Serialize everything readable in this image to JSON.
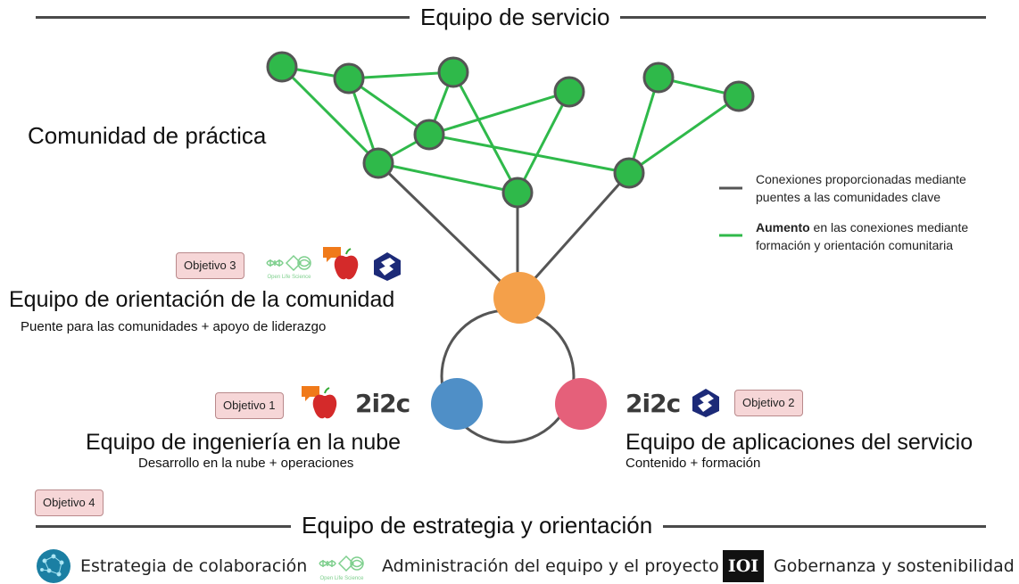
{
  "header": {
    "title": "Equipo de servicio"
  },
  "community": {
    "label": "Comunidad de práctica"
  },
  "legend": {
    "gray_text": "Conexiones proporcionadas mediante puentes a las comunidades clave",
    "green_bold": "Aumento",
    "green_text": " en las conexiones mediante formación y orientación comunitaria"
  },
  "teams": {
    "orientation": {
      "badge": "Objetivo 3",
      "title": "Equipo de orientación de la comunidad",
      "subtitle": "Puente para las comunidades + apoyo de liderazgo"
    },
    "cloud": {
      "badge": "Objetivo 1",
      "title": "Equipo de ingeniería en la nube",
      "subtitle": "Desarrollo en la nube + operaciones"
    },
    "applications": {
      "badge": "Objetivo 2",
      "title": "Equipo de aplicaciones del servicio",
      "subtitle": "Contenido + formación"
    }
  },
  "logos": {
    "two_i_two_c": "2i2c",
    "ioi": "IOI"
  },
  "strategy": {
    "badge": "Objetivo 4",
    "title": "Equipo de estrategia y orientación",
    "items": [
      "Estrategia de colaboración",
      "Administración del equipo y el proyecto",
      "Gobernanza y sostenibilidad"
    ]
  },
  "colors": {
    "green": "#2fb94a",
    "gray": "#555555",
    "orange": "#f4a04a",
    "blue": "#4f8fc7",
    "pink": "#e5607a",
    "badge_bg": "#f6d6d7",
    "apple_red": "#d42a2a",
    "speech_orange": "#f07a1a",
    "navy": "#1c2a78",
    "teal": "#1b7fa3"
  },
  "icons": [
    "open-life-science-icon",
    "apple-icon",
    "navy-hex-logo-icon",
    "2i2c-logo",
    "ioi-logo",
    "network-globe-icon"
  ]
}
